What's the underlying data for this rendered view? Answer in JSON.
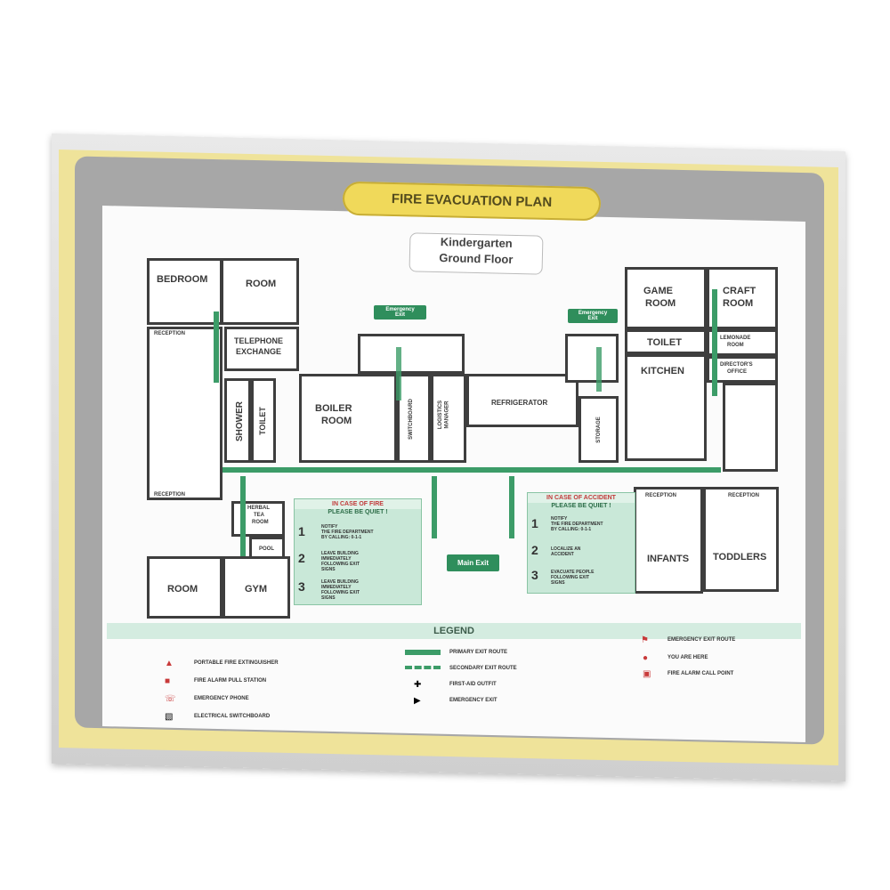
{
  "title": "FIRE EVACUATION PLAN",
  "subtitle": [
    "Kindergarten",
    "Ground Floor"
  ],
  "rooms": {
    "bedroom": "BEDROOM",
    "room_top": "ROOM",
    "reception_left_top": "RECEPTION",
    "telephone": [
      "TELEPHONE",
      "EXCHANGE"
    ],
    "shower": "SHOWER",
    "toilet_left": "TOILET",
    "boiler": [
      "BOILER",
      "ROOM"
    ],
    "switchboard": "SWITCHBOARD",
    "logistics": [
      "LOGISTICS",
      "MANAGER"
    ],
    "refrigerator": "REFRIGERATOR",
    "storage": "STORAGE",
    "game_room": [
      "GAME",
      "ROOM"
    ],
    "craft_room": [
      "CRAFT",
      "ROOM"
    ],
    "toilet_right": "TOILET",
    "kitchen": "KITCHEN",
    "lemon_room": [
      "LEMONADE",
      "ROOM"
    ],
    "director": [
      "DIRECTOR'S",
      "OFFICE"
    ],
    "reception_left_bottom": "RECEPTION",
    "herbal": [
      "HERBAL",
      "TEA",
      "ROOM"
    ],
    "pool": "POOL",
    "room_bottom": "ROOM",
    "gym": "GYM",
    "reception_mid": "RECEPTION",
    "reception_right": "RECEPTION",
    "infants": "INFANTS",
    "toddlers": "TODDLERS"
  },
  "exits": {
    "emergency_left": [
      "Emergency",
      "Exit"
    ],
    "emergency_right": [
      "Emergency",
      "Exit"
    ],
    "main": "Main Exit"
  },
  "fire_box": {
    "heading": "IN CASE OF FIRE",
    "subheading": "PLEASE BE QUIET !",
    "steps": [
      {
        "n": "1",
        "text": [
          "NOTIFY",
          "THE FIRE DEPARTMENT",
          "BY CALLING: 0-1-1"
        ]
      },
      {
        "n": "2",
        "text": [
          "LEAVE BUILDING",
          "IMMEDIATELY",
          "FOLLOWING EXIT",
          "SIGNS"
        ]
      },
      {
        "n": "3",
        "text": [
          "LEAVE BUILDING",
          "IMMEDIATELY",
          "FOLLOWING EXIT",
          "SIGNS"
        ]
      }
    ]
  },
  "accident_box": {
    "heading": "IN CASE OF ACCIDENT",
    "subheading": "PLEASE BE QUIET !",
    "steps": [
      {
        "n": "1",
        "text": [
          "NOTIFY",
          "THE FIRE DEPARTMENT",
          "BY CALLING: 0-1-1"
        ]
      },
      {
        "n": "2",
        "text": [
          "LOCALIZE AN",
          "ACCIDENT"
        ]
      },
      {
        "n": "3",
        "text": [
          "EVACUATE PEOPLE",
          "FOLLOWING EXIT",
          "SIGNS"
        ]
      }
    ]
  },
  "legend": {
    "title": "LEGEND",
    "items": [
      {
        "icon": "fire-extinguisher-icon",
        "label": "PORTABLE FIRE EXTINGUISHER"
      },
      {
        "icon": "fire-alarm-pull-station-icon",
        "label": "FIRE ALARM PULL STATION"
      },
      {
        "icon": "emergency-phone-icon",
        "label": "EMERGENCY PHONE"
      },
      {
        "icon": "electrical-switchboard-icon",
        "label": "ELECTRICAL SWITCHBOARD"
      },
      {
        "icon": "primary-exit-route-icon",
        "label": "PRIMARY EXIT ROUTE"
      },
      {
        "icon": "secondary-exit-route-icon",
        "label": "SECONDARY EXIT ROUTE"
      },
      {
        "icon": "first-aid-outfit-icon",
        "label": "FIRST-AID OUTFIT"
      },
      {
        "icon": "emergency-exit-icon",
        "label": "EMERGENCY EXIT"
      },
      {
        "icon": "emergency-exit-route-icon",
        "label": "EMERGENCY EXIT ROUTE"
      },
      {
        "icon": "you-are-here-icon",
        "label": "YOU ARE HERE"
      },
      {
        "icon": "fire-alarm-call-point-icon",
        "label": "FIRE ALARM CALL POINT"
      }
    ]
  },
  "colors": {
    "green": "#3c9c68",
    "red": "#c83a3a",
    "yellow": "#f0d95a"
  }
}
